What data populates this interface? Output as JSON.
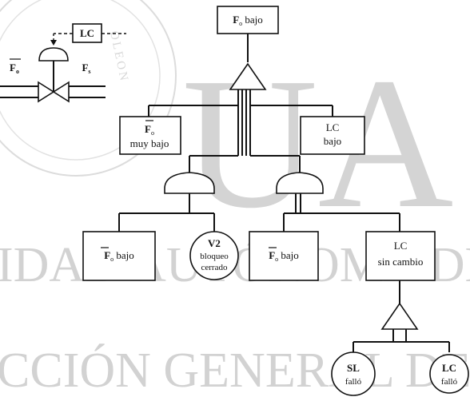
{
  "watermark": {
    "big_letters": "UA",
    "line1": "IDAD AUTÓNOMA DE",
    "line2": "CCIÓN GENERAL DE BIB",
    "ring_text": "OLEON"
  },
  "valve": {
    "controller": "LC",
    "flow_in": "F",
    "flow_in_sub": "o",
    "flow_out": "F",
    "flow_out_sub": "s"
  },
  "tree": {
    "top": {
      "main": "F",
      "sub": "o",
      "rest": " bajo"
    },
    "left": {
      "main": "F",
      "sub": "o",
      "line2": "muy bajo"
    },
    "right": {
      "line1": "LC",
      "line2": "bajo"
    },
    "leaf1": {
      "main": "F",
      "sub": "o",
      "rest": " bajo"
    },
    "leaf2": {
      "line1": "V2",
      "line2": "bloqueo",
      "line3": "cerrado"
    },
    "leaf3": {
      "main": "F",
      "sub": "o",
      "rest": " bajo"
    },
    "leaf4": {
      "line1": "LC",
      "line2": "sin cambio"
    },
    "circ1": {
      "line1": "SL",
      "line2": "falló"
    },
    "circ2": {
      "line1": "LC",
      "line2": "falló"
    }
  }
}
